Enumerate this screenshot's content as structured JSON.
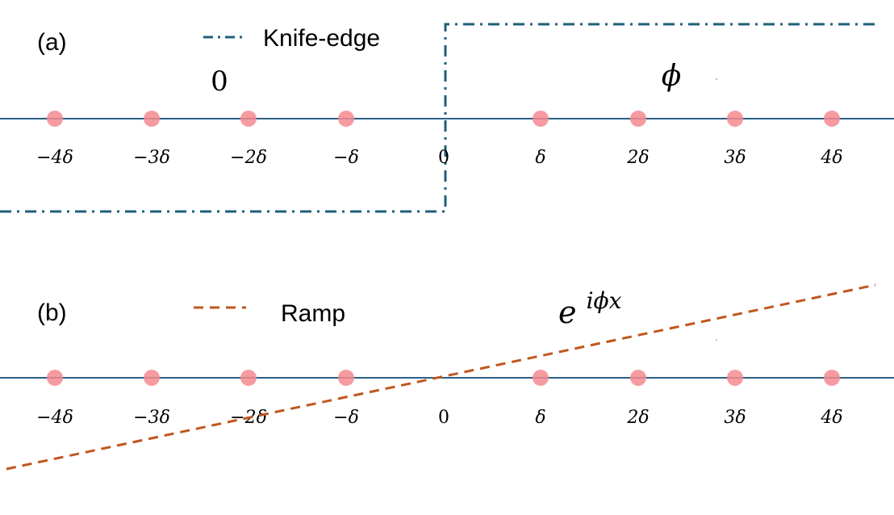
{
  "panel_a": {
    "label": "(a)",
    "legend_text": "Knife-edge",
    "region_left_label": "0",
    "region_right_label": "ϕ",
    "tick_labels": [
      "−4δ",
      "−3δ",
      "−2δ",
      "−δ",
      "0",
      "δ",
      "2δ",
      "3δ",
      "4δ"
    ]
  },
  "panel_b": {
    "label": "(b)",
    "legend_text": "Ramp",
    "phase_label": {
      "base": "e",
      "exponent": "iϕx"
    },
    "tick_labels": [
      "−4δ",
      "−3δ",
      "−2δ",
      "−δ",
      "0",
      "δ",
      "2δ",
      "3δ",
      "4δ"
    ]
  },
  "colors": {
    "axis": "#2a5f85",
    "knife_edge": "#1f5f7a",
    "ramp": "#c0561e",
    "atom": "#f58a8f"
  }
}
